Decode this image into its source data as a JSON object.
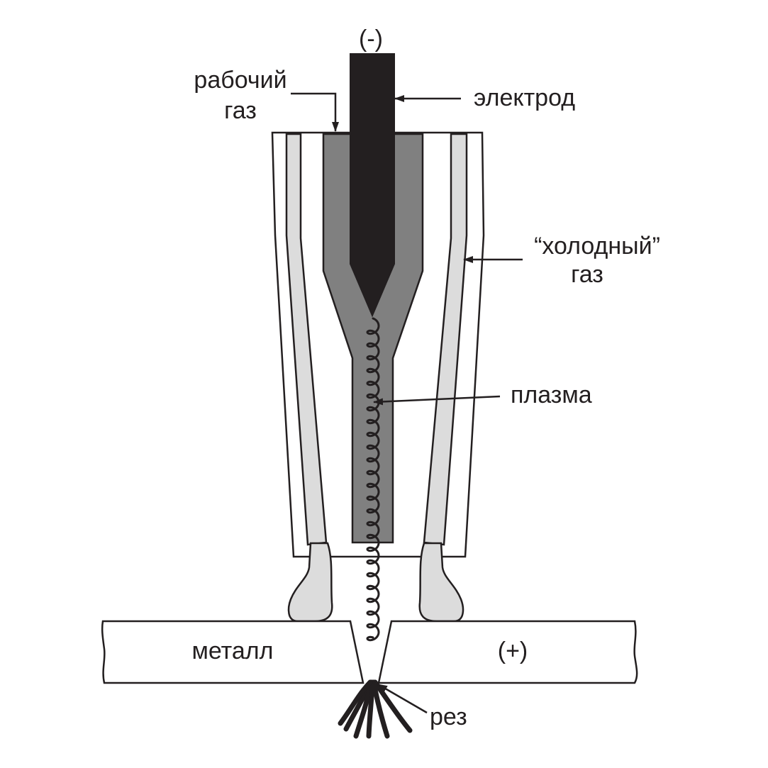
{
  "colors": {
    "background": "#ffffff",
    "line": "#231f20",
    "electrode": "#231f20",
    "nozzle_inner": "#808080",
    "cold_gas_channel": "#dcdcdc",
    "outer_body": "#ffffff",
    "metal": "#ffffff"
  },
  "labels": {
    "negative_terminal": "(-)",
    "working_gas_line1": "рабочий",
    "working_gas_line2": "газ",
    "electrode": "электрод",
    "cold_gas_line1": "“холодный”",
    "cold_gas_line2": "газ",
    "plasma": "плазма",
    "metal": "металл",
    "positive_terminal": "(+)",
    "cut": "рез"
  }
}
